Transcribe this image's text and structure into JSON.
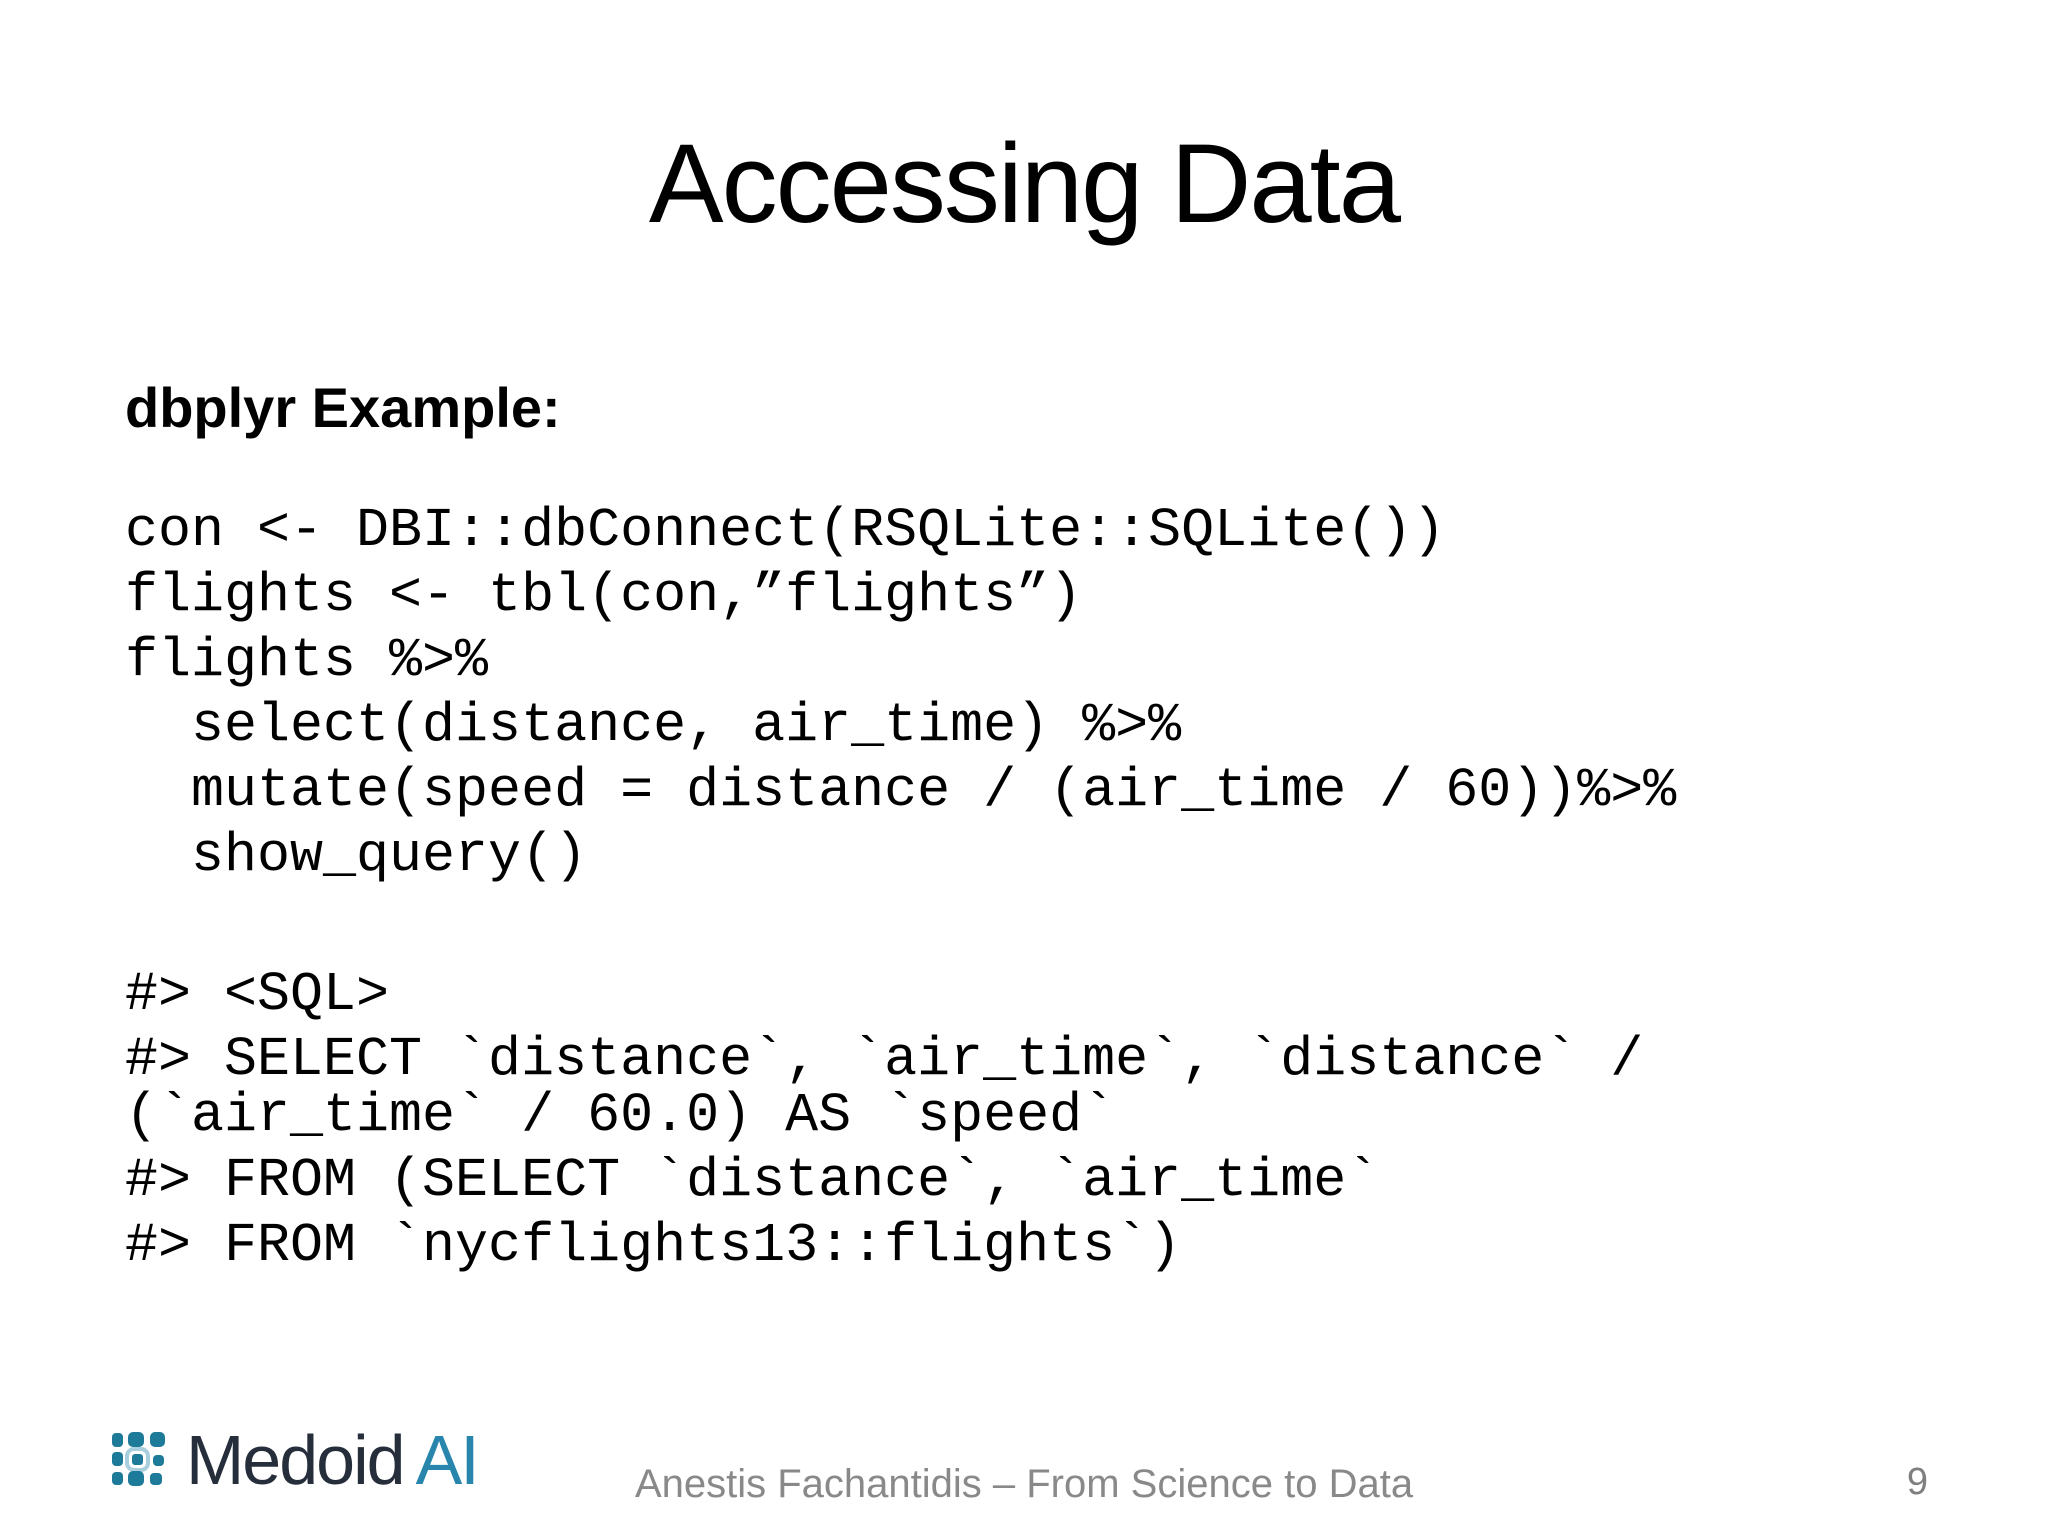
{
  "slide": {
    "title": "Accessing Data",
    "heading": "dbplyr Example:",
    "r_code": {
      "lines": [
        "con <- DBI::dbConnect(RSQLite::SQLite())",
        "flights <- tbl(con,”flights”)",
        "flights %>%",
        "  select(distance, air_time) %>%",
        "  mutate(speed = distance / (air_time / 60))%>%",
        "  show_query()"
      ]
    },
    "sql_output": {
      "lines": [
        "#> <SQL>",
        "#> SELECT `distance`, `air_time`, `distance` /",
        "(`air_time` / 60.0) AS `speed`",
        "#> FROM (SELECT `distance`, `air_time`",
        "#> FROM `nycflights13::flights`)"
      ]
    },
    "footer": {
      "logo": {
        "brand": "Medoid",
        "suffix": "AI"
      },
      "credit": "Anestis Fachantidis – From Science to Data",
      "page_number": "9"
    },
    "colors": {
      "text": "#000000",
      "footer_gray": "#898989",
      "brand_teal": "#1d7a98",
      "brand_navy": "#252e3a",
      "brand_ai_teal": "#2886ad",
      "logo_ring_blue": "#a9cfdf",
      "background": "#ffffff"
    }
  }
}
